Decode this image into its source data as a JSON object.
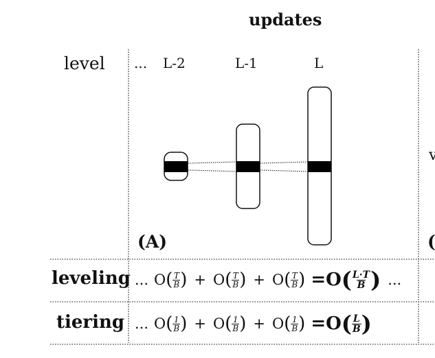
{
  "title": "updates",
  "level_label": "level",
  "ellipsis": "...",
  "levels": [
    "L-2",
    "L-1",
    "L"
  ],
  "panel_label": "(A)",
  "panel_label_right_partial": "(",
  "right_partial_char": "v",
  "rows": [
    {
      "label": "leveling",
      "prefix": "...",
      "terms": [
        {
          "op": "O",
          "num": "T",
          "den": "B"
        },
        {
          "op": "O",
          "num": "T",
          "den": "B"
        },
        {
          "op": "O",
          "num": "T",
          "den": "B"
        }
      ],
      "plus": "+",
      "equals": "=",
      "result": {
        "op": "O",
        "num": "L·T",
        "den": "B"
      },
      "suffix": "..."
    },
    {
      "label": "tiering",
      "prefix": "...",
      "terms": [
        {
          "op": "O",
          "num": "1",
          "den": "B"
        },
        {
          "op": "O",
          "num": "1",
          "den": "B"
        },
        {
          "op": "O",
          "num": "1",
          "den": "B"
        }
      ],
      "plus": "+",
      "equals": "=",
      "result": {
        "op": "O",
        "num": "L",
        "den": "B"
      },
      "suffix": ""
    }
  ]
}
